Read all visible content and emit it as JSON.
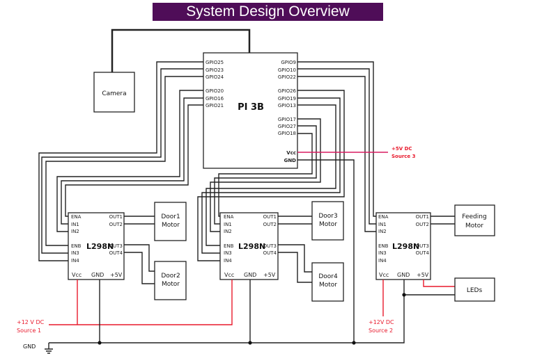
{
  "title": "System Design Overview",
  "colors": {
    "title_bg": "#4f0d58",
    "power_wire": "#e8192c",
    "pi_power_wire": "#d81b60",
    "wire": "#222222"
  },
  "pi": {
    "label": "PI 3B",
    "left_pins": [
      "GPIO25",
      "GPIO23",
      "GPIO24",
      "GPIO20",
      "GPIO16",
      "GPIO21"
    ],
    "right_pins": [
      "GPIO9",
      "GPIO10",
      "GPIO22",
      "GPIO26",
      "GPIO19",
      "GPIO13",
      "GPIO17",
      "GPIO27",
      "GPIO18"
    ],
    "vcc": "Vcc",
    "gnd": "GND"
  },
  "camera": {
    "label": "Camera"
  },
  "drivers": [
    {
      "name": "L298N",
      "pins_left": [
        "ENA",
        "IN1",
        "IN2",
        "ENB",
        "IN3",
        "IN4"
      ],
      "pins_right": [
        "OUT1",
        "OUT2",
        "OUT3",
        "OUT4"
      ],
      "pins_bottom": [
        "Vcc",
        "GND",
        "+5V"
      ]
    },
    {
      "name": "L298N",
      "pins_left": [
        "ENA",
        "IN1",
        "IN2",
        "ENB",
        "IN3",
        "IN4"
      ],
      "pins_right": [
        "OUT1",
        "OUT2",
        "OUT3",
        "OUT4"
      ],
      "pins_bottom": [
        "Vcc",
        "GND",
        "+5V"
      ]
    },
    {
      "name": "L298N",
      "pins_left": [
        "ENA",
        "IN1",
        "IN2",
        "ENB",
        "IN3",
        "IN4"
      ],
      "pins_right": [
        "OUT1",
        "OUT2",
        "OUT3",
        "OUT4"
      ],
      "pins_bottom": [
        "Vcc",
        "GND",
        "+5V"
      ]
    }
  ],
  "motors": [
    {
      "line1": "Door1",
      "line2": "Motor"
    },
    {
      "line1": "Door2",
      "line2": "Motor"
    },
    {
      "line1": "Door3",
      "line2": "Motor"
    },
    {
      "line1": "Door4",
      "line2": "Motor"
    },
    {
      "line1": "Feeding",
      "line2": "Motor"
    }
  ],
  "leds": {
    "label": "LEDs"
  },
  "sources": {
    "s1": {
      "line1": "+12 V DC",
      "line2": "Source 1"
    },
    "s2": {
      "line1": "+12V DC",
      "line2": "Source 2"
    },
    "s3": {
      "line1": "+5V DC",
      "line2": "Source 3"
    }
  },
  "gnd_label": "GND"
}
